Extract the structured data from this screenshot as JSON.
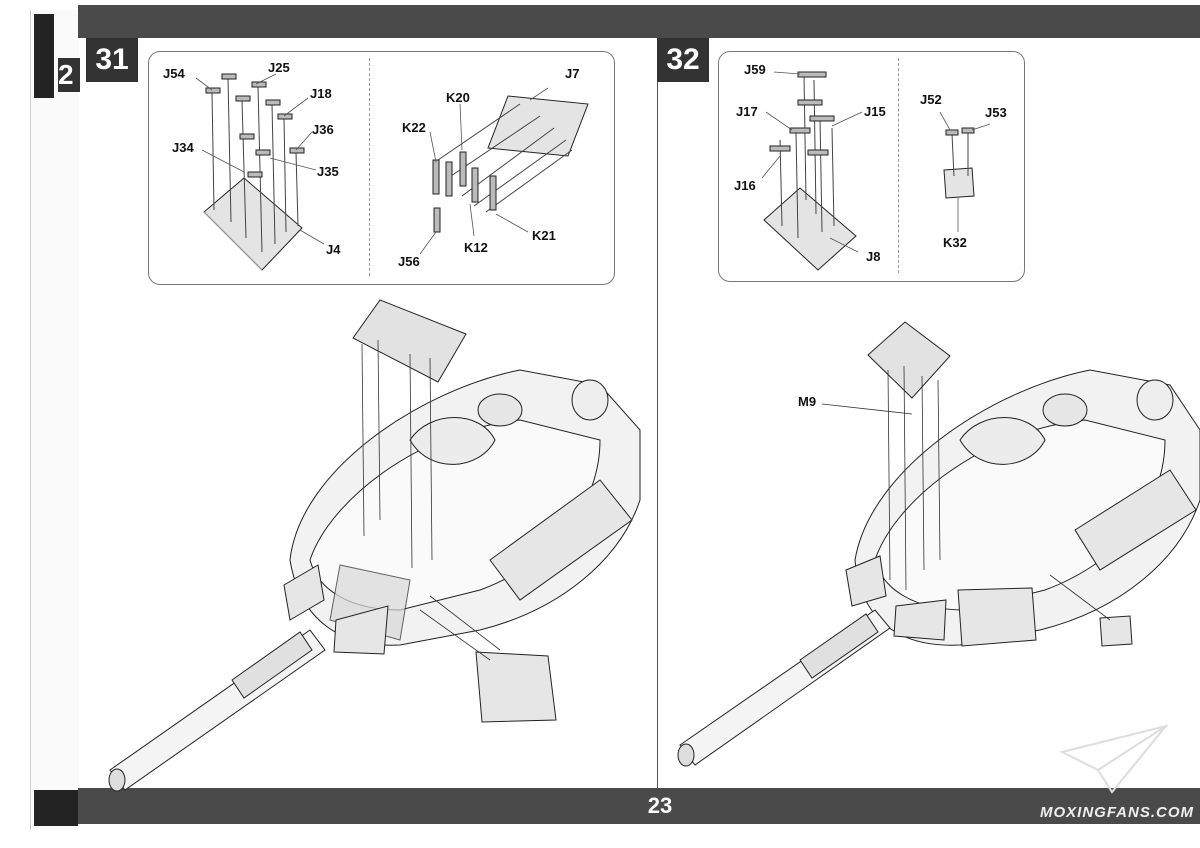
{
  "page": {
    "number": "23",
    "prev_page_fragment": "2"
  },
  "steps": [
    {
      "number": "31",
      "inset_a_labels": [
        "J54",
        "J25",
        "J18",
        "J36",
        "J34",
        "J35",
        "J4"
      ],
      "inset_b_labels": [
        "J7",
        "K20",
        "K22",
        "K21",
        "K12",
        "J56"
      ]
    },
    {
      "number": "32",
      "inset_a_labels": [
        "J59",
        "J17",
        "J15",
        "J16",
        "J8"
      ],
      "inset_b_labels": [
        "J52",
        "J53",
        "K32"
      ],
      "main_labels": [
        "M9"
      ]
    }
  ],
  "watermark": "MOXINGFANS.COM"
}
